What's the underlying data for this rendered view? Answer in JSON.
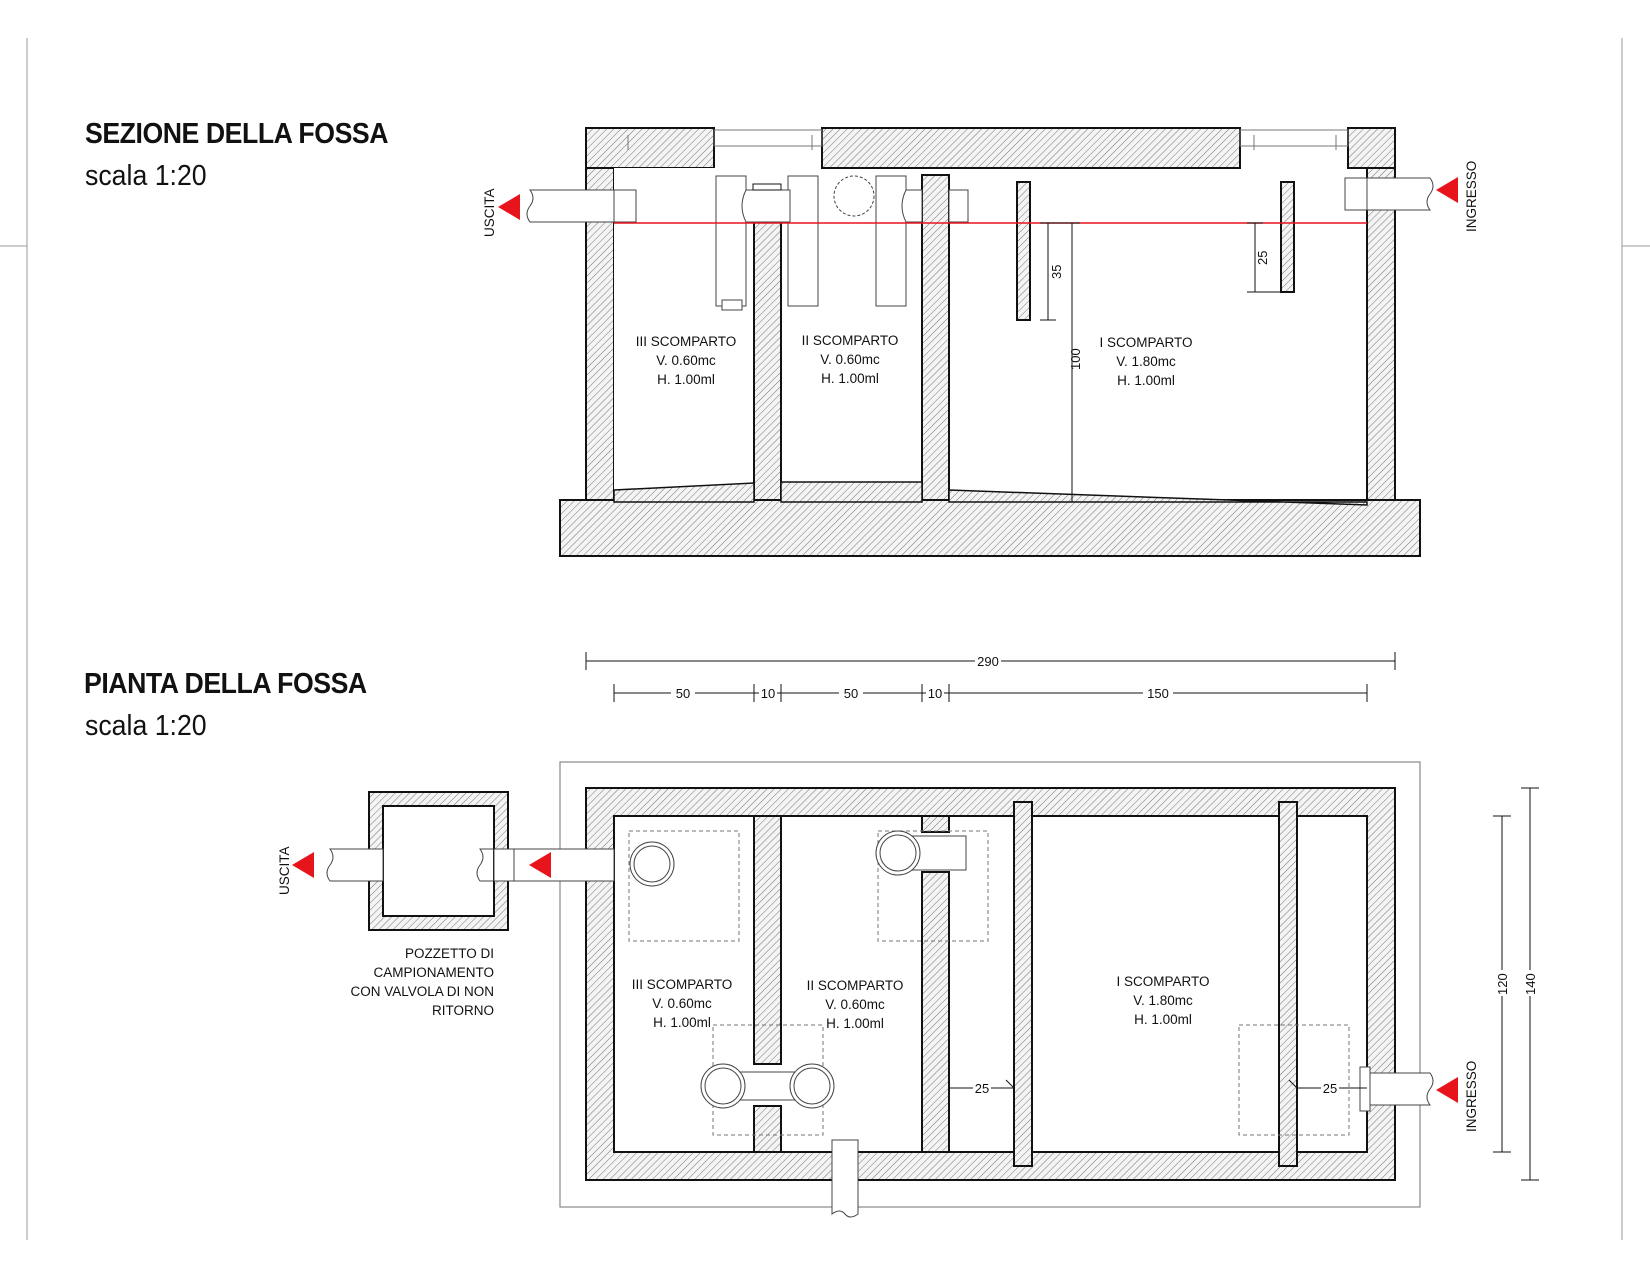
{
  "section": {
    "title": "SEZIONE DELLA FOSSA",
    "scale": "scala 1:20",
    "outlet": "USCITA",
    "inlet": "INGRESSO",
    "comp3": [
      "III SCOMPARTO",
      "V. 0.60mc",
      "H. 1.00ml"
    ],
    "comp2": [
      "II SCOMPARTO",
      "V. 0.60mc",
      "H. 1.00ml"
    ],
    "comp1": [
      "I SCOMPARTO",
      "V. 1.80mc",
      "H. 1.00ml"
    ],
    "dim_35": "35",
    "dim_25": "25",
    "dim_100": "100"
  },
  "plan": {
    "title": "PIANTA DELLA FOSSA",
    "scale": "scala 1:20",
    "outlet": "USCITA",
    "inlet": "INGRESSO",
    "pozzetto": [
      "POZZETTO DI",
      "CAMPIONAMENTO",
      "CON VALVOLA DI NON",
      "RITORNO"
    ],
    "comp3": [
      "III SCOMPARTO",
      "V. 0.60mc",
      "H. 1.00ml"
    ],
    "comp2": [
      "II SCOMPARTO",
      "V. 0.60mc",
      "H. 1.00ml"
    ],
    "comp1": [
      "I SCOMPARTO",
      "V. 1.80mc",
      "H. 1.00ml"
    ],
    "dim_total": "290",
    "dim_50a": "50",
    "dim_10a": "10",
    "dim_50b": "50",
    "dim_10b": "10",
    "dim_150": "150",
    "dim_25a": "25",
    "dim_25b": "25",
    "dim_120": "120",
    "dim_140": "140"
  },
  "colors": {
    "arrow": "#e8141c",
    "waterline": "#e8141c",
    "hatch": "#555555"
  }
}
